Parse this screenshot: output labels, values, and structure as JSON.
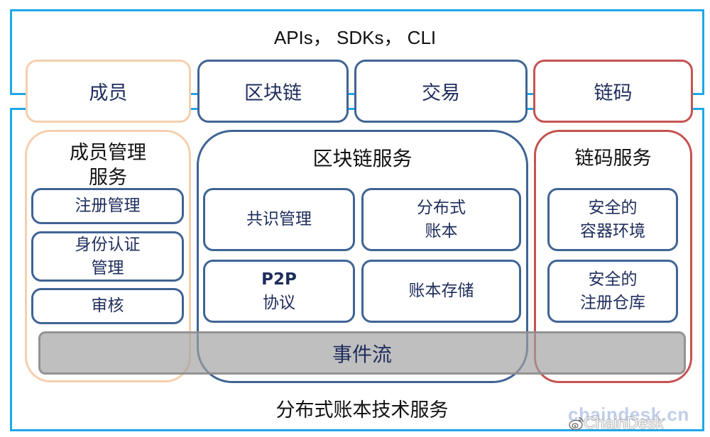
{
  "diagram": {
    "api_layer": "APIs， SDKs， CLI",
    "top_boxes": [
      {
        "label": "成员",
        "color": "#f6cfae"
      },
      {
        "label": "区块链",
        "color": "#3f6494"
      },
      {
        "label": "交易",
        "color": "#3f6494"
      },
      {
        "label": "链码",
        "color": "#c55352"
      }
    ],
    "member_service": {
      "title_line1": "成员管理",
      "title_line2": "服务",
      "items": [
        {
          "line1": "注册管理",
          "line2": ""
        },
        {
          "line1": "身份认证",
          "line2": "管理"
        },
        {
          "line1": "审核",
          "line2": ""
        }
      ]
    },
    "blockchain_service": {
      "title": "区块链服务",
      "items": [
        {
          "line1": "共识管理",
          "line2": ""
        },
        {
          "line1": "分布式",
          "line2": "账本"
        },
        {
          "line1": "P2P",
          "line2": "协议"
        },
        {
          "line1": "账本存储",
          "line2": ""
        }
      ]
    },
    "chaincode_service": {
      "title": "链码服务",
      "items": [
        {
          "line1": "安全的",
          "line2": "容器环境"
        },
        {
          "line1": "安全的",
          "line2": "注册仓库"
        }
      ]
    },
    "event_stream": "事件流",
    "footer": "分布式账本技术服务",
    "colors": {
      "frame": "#1ea7e8",
      "blockchain": "#3f6494",
      "member": "#f6cfae",
      "chaincode": "#c55352",
      "event_bar": "#a0a0a0"
    }
  },
  "watermark": {
    "site": "chaindesk.cn",
    "account": "ChainDesk"
  }
}
